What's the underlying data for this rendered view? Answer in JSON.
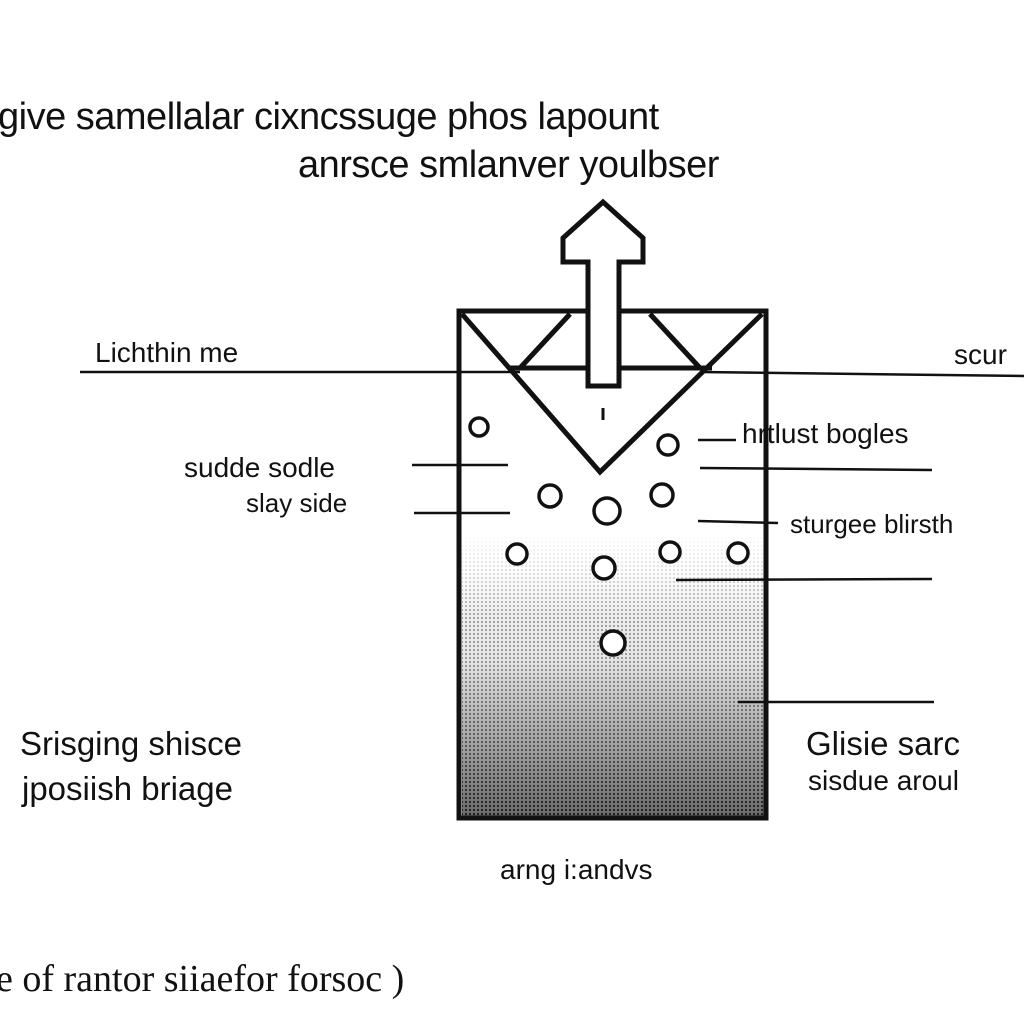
{
  "title": {
    "line1": "give samellalar cixncssuge phos lapount",
    "line2": "anrsce smlanver youlbser"
  },
  "labels": {
    "top_left": "Lichthin me",
    "top_right": "scur",
    "left_upper_1": "sudde sodle",
    "left_upper_2": "slay side",
    "right_upper": "hrtlust bogles",
    "right_middle": "sturgee blirsth",
    "left_lower_1": "Srisging shisce",
    "left_lower_2": "jposiish briage",
    "right_lower_1": "Glisie sarc",
    "right_lower_2": "sisdue aroul",
    "bottom": "arng i:andvs"
  },
  "caption": "e of rantor siiaefor forsoc )",
  "colors": {
    "ink": "#111111",
    "background": "#ffffff"
  }
}
